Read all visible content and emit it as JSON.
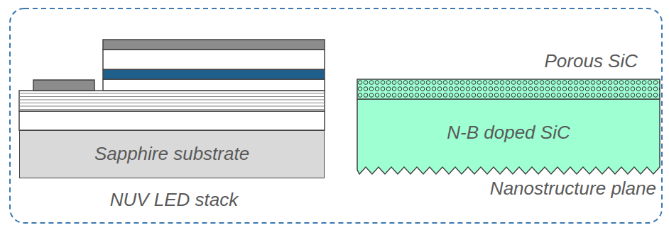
{
  "diagram": {
    "nodes": [
      {
        "text": [
          "Sapphire substrate"
        ]
      },
      {
        "text": [
          "N-B doped SiC"
        ]
      }
    ],
    "labels": [
      "NUV LED stack",
      "Porous SiC",
      "Nanostructure plane"
    ]
  }
}
